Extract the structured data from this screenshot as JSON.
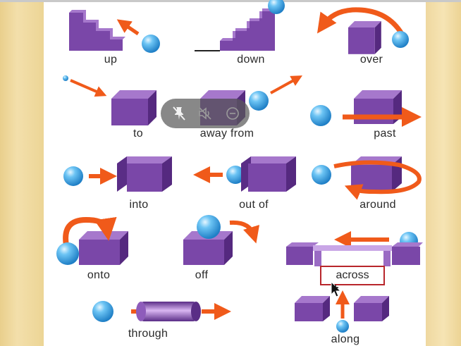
{
  "labels": {
    "up": "up",
    "down": "down",
    "over": "over",
    "to": "to",
    "away_from": "away from",
    "past": "past",
    "into": "into",
    "out_of": "out of",
    "around": "around",
    "onto": "onto",
    "off": "off",
    "across": "across",
    "through": "through",
    "along": "along"
  },
  "colors": {
    "cube": "#7a47a8",
    "ball": "#3aa6e8",
    "arrow": "#f05a1a",
    "highlight_border": "#b8262b"
  },
  "overlay": {
    "icons": [
      "unpin-icon",
      "mute-icon",
      "minimize-icon"
    ]
  }
}
